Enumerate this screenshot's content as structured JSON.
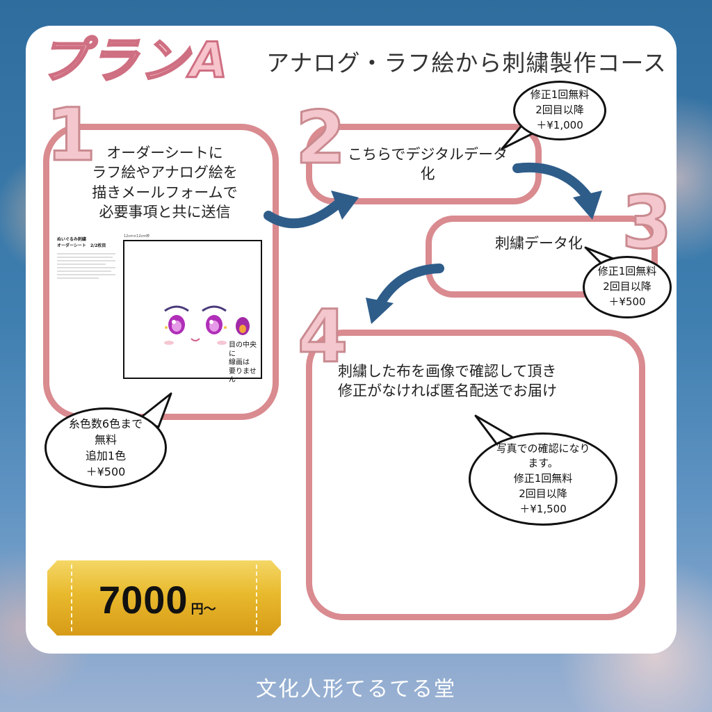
{
  "header": {
    "plan_title": "プランA",
    "course_title": "アナログ・ラフ絵から刺繍製作コース"
  },
  "steps": [
    {
      "number": "1",
      "lines": [
        "オーダーシートに",
        "ラフ絵やアナログ絵を",
        "描きメールフォームで",
        "必要事項と共に送信"
      ]
    },
    {
      "number": "2",
      "lines": [
        "こちらでデジタルデータ",
        "化"
      ]
    },
    {
      "number": "3",
      "lines": [
        "刺繍データ化"
      ]
    },
    {
      "number": "4",
      "lines": [
        "刺繍した布を画像で確認して頂き",
        "修正がなければ匿名配送でお届け"
      ]
    }
  ],
  "bubbles": {
    "step1": [
      "糸色数6色まで",
      "無料",
      "追加1色",
      "＋¥500"
    ],
    "step2": [
      "修正1回無料",
      "2回目以降",
      "＋¥1,000"
    ],
    "step3": [
      "修正1回無料",
      "2回目以降",
      "＋¥500"
    ],
    "step4": [
      "写真での確認になり",
      "ます。",
      "修正1回無料",
      "2回目以降",
      "＋¥1,500"
    ]
  },
  "order_sheet": {
    "title_line1": "ぬいぐるみ刺繍",
    "title_line2": "オーダーシート　2/2枚目",
    "size_label": "12cm×12cm枠",
    "note_line1": "目の中央に",
    "note_line2": "線画は",
    "note_line3": "要りません"
  },
  "price": {
    "amount": "7000",
    "unit": "円〜"
  },
  "footer": {
    "shop_name": "文化人形てるてる堂"
  },
  "colors": {
    "accent_pink": "#d98b90",
    "arrow_blue": "#2f5d8a",
    "ticket_gold": "#e8b92d"
  }
}
